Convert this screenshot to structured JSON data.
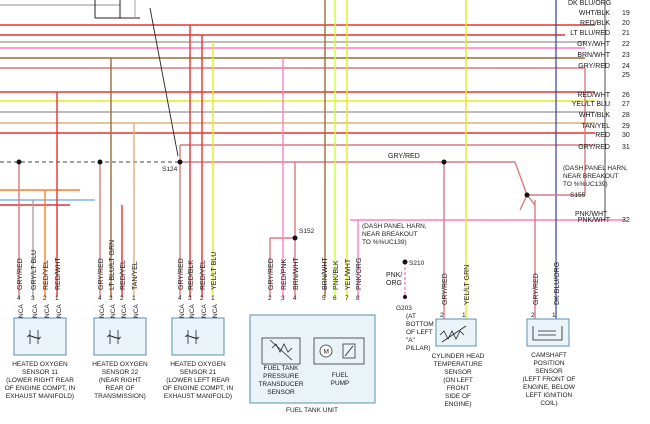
{
  "right_labels": [
    {
      "num": "19",
      "label": "WHT/BLK"
    },
    {
      "num": "20",
      "label": "RED/BLK"
    },
    {
      "num": "21",
      "label": "LT BLU/RED"
    },
    {
      "num": "22",
      "label": "GRY/WHT"
    },
    {
      "num": "23",
      "label": "BRN/WHT"
    },
    {
      "num": "24",
      "label": "GRY/RED"
    },
    {
      "num": "25",
      "label": ""
    },
    {
      "num": "26",
      "label": "RED/WHT"
    },
    {
      "num": "27",
      "label": "YEL/LT BLU"
    },
    {
      "num": "28",
      "label": "WHT/BLK"
    },
    {
      "num": "29",
      "label": "TAN/YEL"
    },
    {
      "num": "30",
      "label": "RED"
    },
    {
      "num": "31",
      "label": "GRY/RED"
    },
    {
      "num": "32",
      "label": "PNK/WHT"
    }
  ],
  "top_partial_label": "DK BLU/ORG",
  "splices": {
    "s124": "S124",
    "s152": "S152",
    "s155": "S155",
    "s210": "S210",
    "g203": "G203"
  },
  "mid_labels": {
    "gry_red_center": "GRY/RED",
    "pnk_wht_right": "PNK/WHT",
    "pnk_org": "PNK/\nORG",
    "dash_note_right": [
      "(DASH PANEL HARN,",
      "NEAR BREAKOUT",
      "TO %%UC139)"
    ],
    "dash_note_center": [
      "(DASH PANEL HARN,",
      "NEAR BREAKOUT",
      "TO %%UC139)"
    ],
    "g203_note": [
      "(AT",
      "BOTTOM",
      "OF LEFT",
      "\"A\"",
      "PILLAR)"
    ]
  },
  "components": [
    {
      "wires": [
        "GRY/RED",
        "GRY/LT BLU",
        "RED/YEL",
        "RED/WHT"
      ],
      "pins": [
        "4",
        "3",
        "2",
        "1"
      ],
      "caption": [
        "HEATED OXYGEN",
        "SENSOR 11",
        "(LOWER RIGHT REAR",
        "OF ENGINE COMPT, IN",
        "EXHAUST MANIFOLD)"
      ]
    },
    {
      "wires": [
        "GRY/RED",
        "LT BLU/LT GRN",
        "RED/YEL",
        "TAN/YEL"
      ],
      "pins": [
        "4",
        "3",
        "2",
        "1"
      ],
      "caption": [
        "HEATED OXYGEN",
        "SENSOR 22",
        "(NEAR RIGHT",
        "REAR OF",
        "TRANSMISSION)"
      ]
    },
    {
      "wires": [
        "GRY/RED",
        "RED/BLK",
        "RED/YEL",
        "YEL/LT BLU"
      ],
      "pins": [
        "4",
        "3",
        "2",
        "1"
      ],
      "caption": [
        "HEATED OXYGEN",
        "SENSOR 21",
        "(LOWER LEFT REAR",
        "OF ENGINE COMPT, IN",
        "EXHAUST MANIFOLD)"
      ]
    }
  ],
  "fuel_tank": {
    "wires": [
      "GRY/RED",
      "RED/PNK",
      "BRN/WHT",
      "BRN/WHT",
      "PNK/BLK",
      "YEL/WHT",
      "PNK/ORG"
    ],
    "pins": [
      "2",
      "3",
      "4",
      "5",
      "6",
      "7",
      "8"
    ],
    "sensor_caption": [
      "FUEL TANK",
      "PRESSURE",
      "TRANSDUCER",
      "SENSOR"
    ],
    "pump_caption": [
      "FUEL",
      "PUMP"
    ],
    "unit_caption": "FUEL TANK UNIT"
  },
  "cht": {
    "wires": [
      "GRY/RED",
      "YEL/LT GRN"
    ],
    "pins": [
      "2",
      "1"
    ],
    "caption": [
      "CYLINDER HEAD",
      "TEMPERATURE",
      "SENSOR",
      "(ON LEFT",
      "FRONT",
      "SIDE OF",
      "ENGINE)"
    ]
  },
  "cmp": {
    "wires": [
      "GRY/RED",
      "DK BLU/ORG"
    ],
    "pins": [
      "2",
      "1"
    ],
    "caption": [
      "CAMSHAFT",
      "POSITION",
      "SENSOR",
      "(LEFT FRONT OF",
      "ENGINE, BELOW",
      "LEFT IGNITION",
      "COIL)"
    ]
  },
  "nca": "NCA",
  "motor_letter": "M",
  "colors": {
    "red": "#e53333",
    "gry_red": "#d87a80",
    "pink": "#ff7fbf",
    "gray": "#a6a6a6",
    "yellow": "#e8e820",
    "ltblu": "#7fb6e8",
    "brown": "#9b6b3a",
    "tan": "#d8b27a",
    "orange": "#ff7f27",
    "black": "#222222",
    "dkblu": "#2f3f9f",
    "lime": "#ccff33",
    "box_fill": "#e9f3f8",
    "box_stroke": "#5a8fb0"
  }
}
